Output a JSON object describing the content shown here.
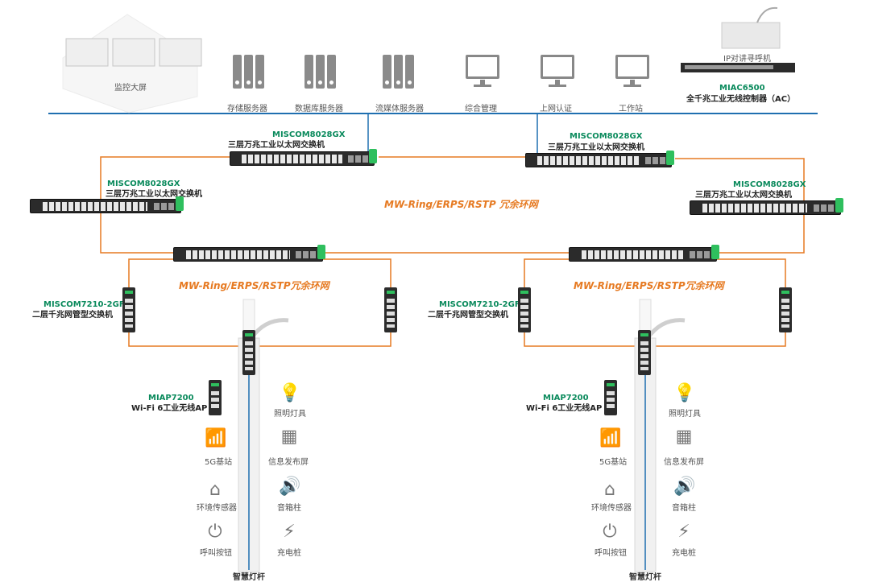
{
  "top": {
    "monitor_wall": "监控大屏",
    "storage_server": "存储服务器",
    "database_server": "数据库服务器",
    "streaming_server": "流媒体服务器",
    "mgmt": "综合管理",
    "auth": "上网认证",
    "workstation": "工作站",
    "intercom": "IP对讲寻呼机",
    "ac_model": "MIAC6500",
    "ac_desc": "全千兆工业无线控制器（AC）"
  },
  "core": {
    "model": "MISCOM8028GX",
    "desc": "三层万兆工业以太网交换机"
  },
  "ring_label": "MW-Ring/ERPS/RSTP 冗余环网",
  "sub_ring_label": "MW-Ring/ERPS/RSTP冗余环网",
  "access": {
    "model": "MISCOM7210-2GF",
    "desc": "二层千兆网管型交换机"
  },
  "ap": {
    "model": "MIAP7200",
    "desc": "Wi-Fi 6工业无线AP"
  },
  "pole": {
    "lighting": "照明灯具",
    "base_5g": "5G基站",
    "info_screen": "信息发布屏",
    "env_sensor": "环境传感器",
    "speaker": "音箱柱",
    "call_button": "呼叫按钮",
    "charger": "充电桩",
    "name": "智慧灯杆"
  }
}
